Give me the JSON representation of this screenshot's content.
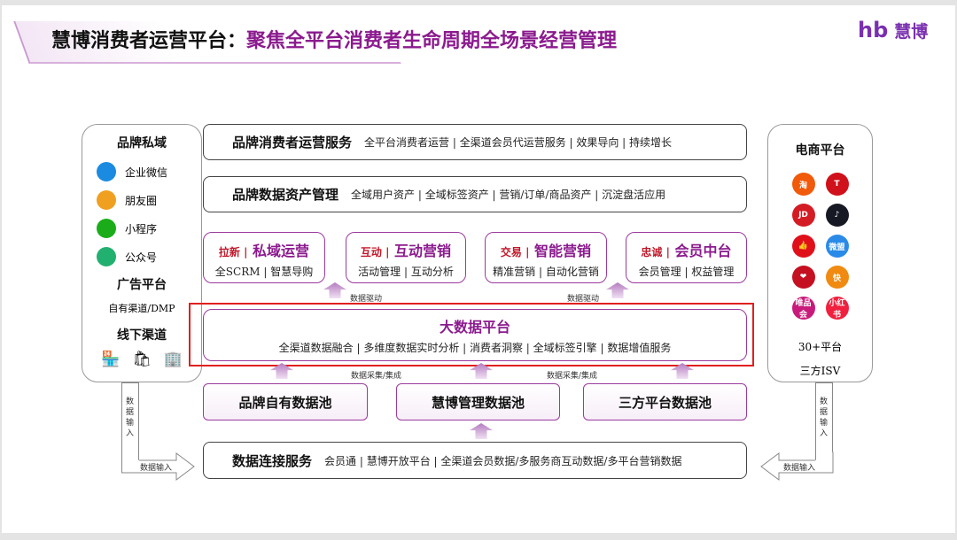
{
  "header": {
    "title": "慧博消费者运营平台：",
    "subtitle": "聚焦全平台消费者生命周期全场景经营管理",
    "logo_mark": "hb",
    "logo_text": "慧博"
  },
  "left_panel": {
    "private_title": "品牌私域",
    "private_items": [
      {
        "label": "企业微信",
        "icon": "wecom-icon",
        "color": "#1a8be0"
      },
      {
        "label": "朋友圈",
        "icon": "moments-icon",
        "color": "#f0a020"
      },
      {
        "label": "小程序",
        "icon": "miniprogram-icon",
        "color": "#1aad19"
      },
      {
        "label": "公众号",
        "icon": "official-account-icon",
        "color": "#22b070"
      }
    ],
    "ad_title": "广告平台",
    "ad_desc": "自有渠道/DMP",
    "offline_title": "线下渠道"
  },
  "right_panel": {
    "title": "电商平台",
    "platforms": [
      {
        "label": "淘",
        "color": "#f05a0a"
      },
      {
        "label": "T",
        "color": "#d0101a"
      },
      {
        "label": "JD",
        "color": "#d41c24"
      },
      {
        "label": "♪",
        "color": "#161823"
      },
      {
        "label": "👍",
        "color": "#e0101a"
      },
      {
        "label": "微盟",
        "color": "#2a8ae8"
      },
      {
        "label": "❤",
        "color": "#c41020"
      },
      {
        "label": "快",
        "color": "#f08a10"
      },
      {
        "label": "唯品会",
        "color": "#c81a7a"
      },
      {
        "label": "小红书",
        "color": "#f0203e"
      }
    ],
    "count": "30+平台",
    "isv": "三方ISV"
  },
  "rows": {
    "service": {
      "title": "品牌消费者运营服务",
      "desc": "全平台消费者运营 | 全渠道会员代运营服务 | 效果导向 | 持续增长"
    },
    "asset": {
      "title": "品牌数据资产管理",
      "desc": "全域用户资产 | 全域标签资产 | 营销/订单/商品资产 | 沉淀盘活应用"
    },
    "modules": [
      {
        "prefix": "拉新 |",
        "title": "私域运营",
        "desc": "全SCRM | 智慧导购"
      },
      {
        "prefix": "互动 |",
        "title": "互动营销",
        "desc": "活动管理 | 互动分析"
      },
      {
        "prefix": "交易 |",
        "title": "智能营销",
        "desc": "精准营销 | 自动化营销"
      },
      {
        "prefix": "忠诚 |",
        "title": "会员中台",
        "desc": "会员管理 | 权益管理"
      }
    ],
    "drive_label": "数据驱动",
    "bigdata": {
      "title": "大数据平台",
      "desc": "全渠道数据融合 | 多维度数据实时分析 | 消费者洞察 | 全域标签引擎 | 数据增值服务"
    },
    "collect_label": "数据采集/集成",
    "pools": [
      "品牌自有数据池",
      "慧博管理数据池",
      "三方平台数据池"
    ],
    "connect": {
      "title": "数据连接服务",
      "desc": "会员通 | 慧博开放平台 | 全渠道会员数据/多服务商互动数据/多平台营销数据"
    },
    "input_label": "数据输入"
  }
}
